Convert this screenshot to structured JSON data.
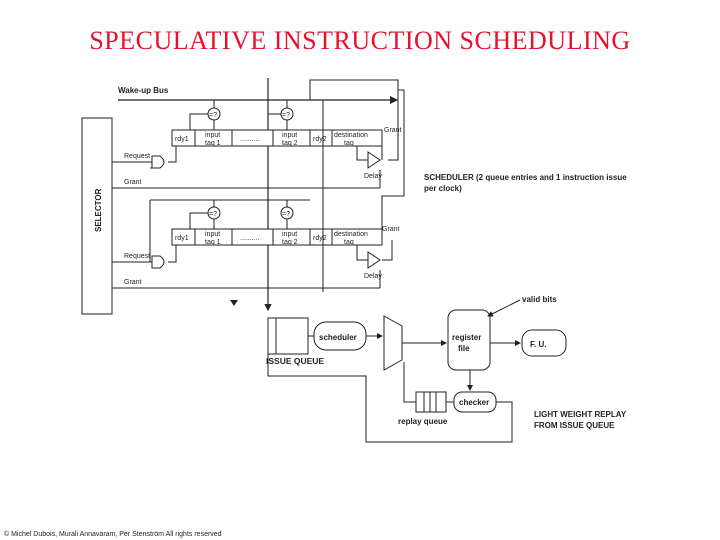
{
  "title": "SPECULATIVE INSTRUCTION SCHEDULING",
  "footer": "© Michel Dubois, Murali Annavaram, Per Stenström All rights reserved",
  "diagram": {
    "wakeup_bus": "Wake-up Bus",
    "selector": "SELECTOR",
    "compare1": "=?",
    "compare2": "=?",
    "rdy1": "rdy1",
    "rdy2": "rdy2",
    "input_tag1_line1": "input",
    "input_tag1_line2": "tag 1",
    "input_tag2_line1": "input",
    "input_tag2_line2": "tag 2",
    "dots": "..........",
    "dest_line1": "destination",
    "dest_line2": "tag",
    "grant": "Grant",
    "request": "Request",
    "delay": "Delay",
    "scheduler_caption_line1": "SCHEDULER (2 queue entries and 1 instruction issue",
    "scheduler_caption_line2": "per clock)",
    "scheduler_box": "scheduler",
    "issue_queue": "ISSUE QUEUE",
    "register_file_line1": "register",
    "register_file_line2": "file",
    "valid_bits": "valid bits",
    "fu": "F. U.",
    "checker": "checker",
    "replay_queue": "replay queue",
    "replay_caption_line1": "LIGHT WEIGHT REPLAY",
    "replay_caption_line2": "FROM ISSUE QUEUE"
  }
}
